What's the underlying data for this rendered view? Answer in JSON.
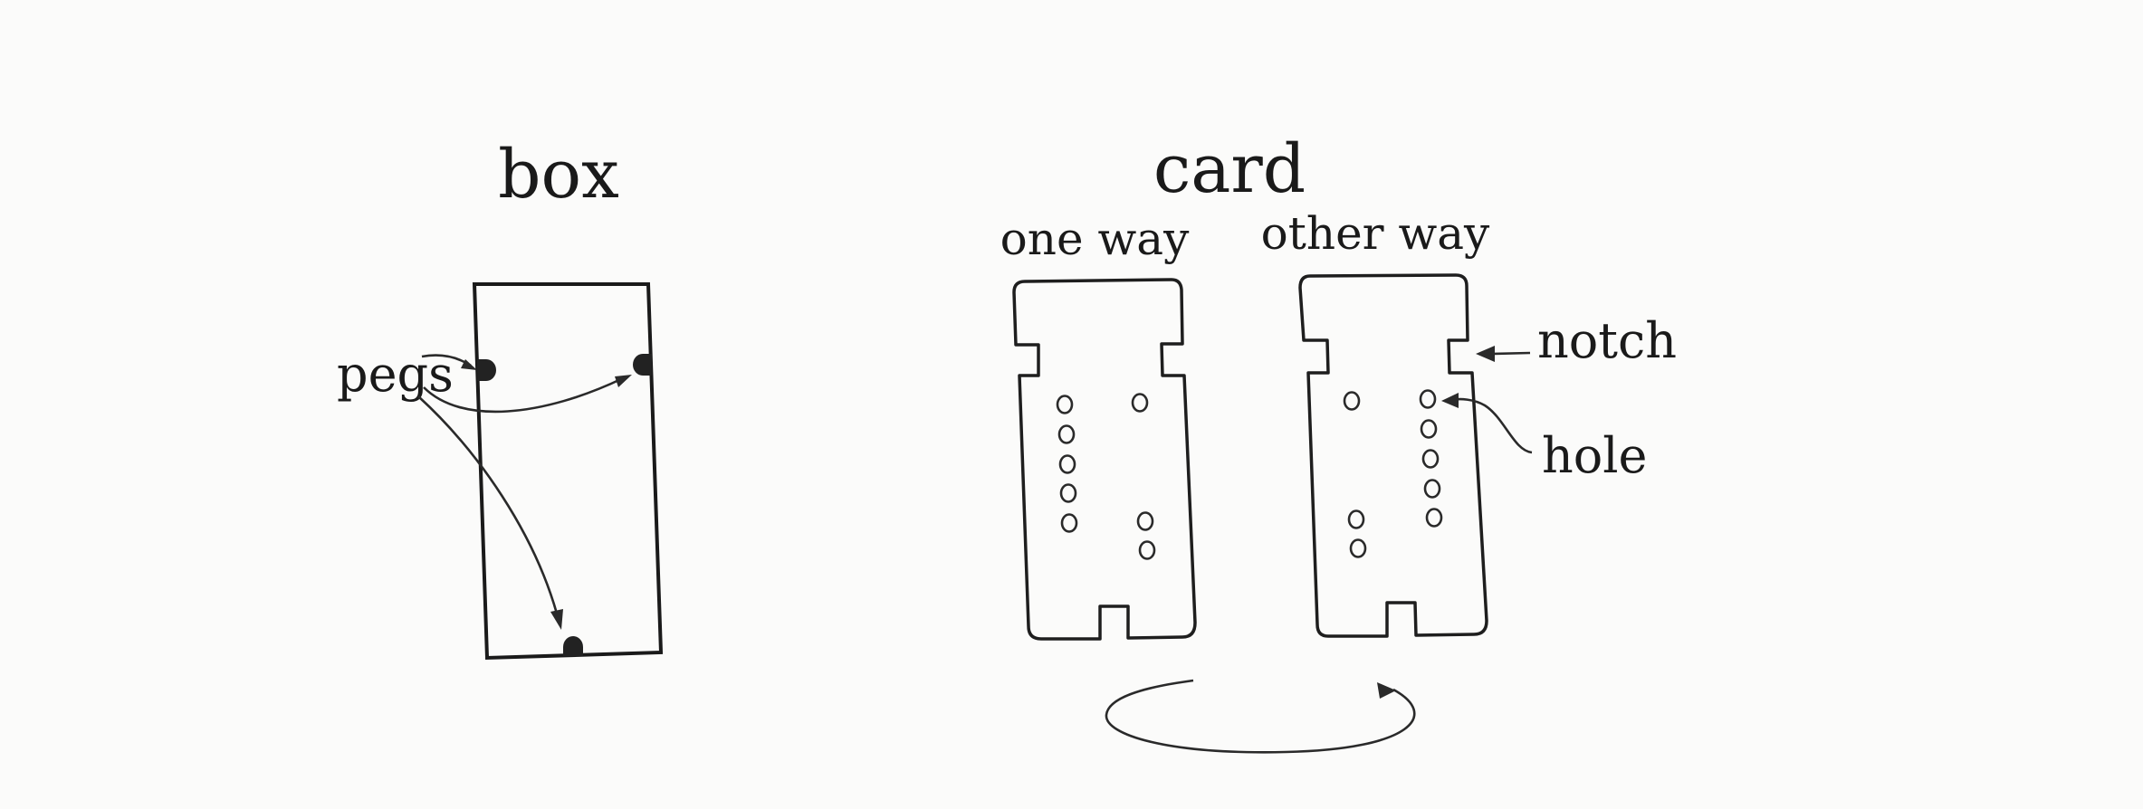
{
  "box": {
    "title": "box",
    "pegs_label": "pegs"
  },
  "card": {
    "title": "card",
    "one_way_label": "one way",
    "other_way_label": "other way",
    "notch_label": "notch",
    "hole_label": "hole"
  }
}
